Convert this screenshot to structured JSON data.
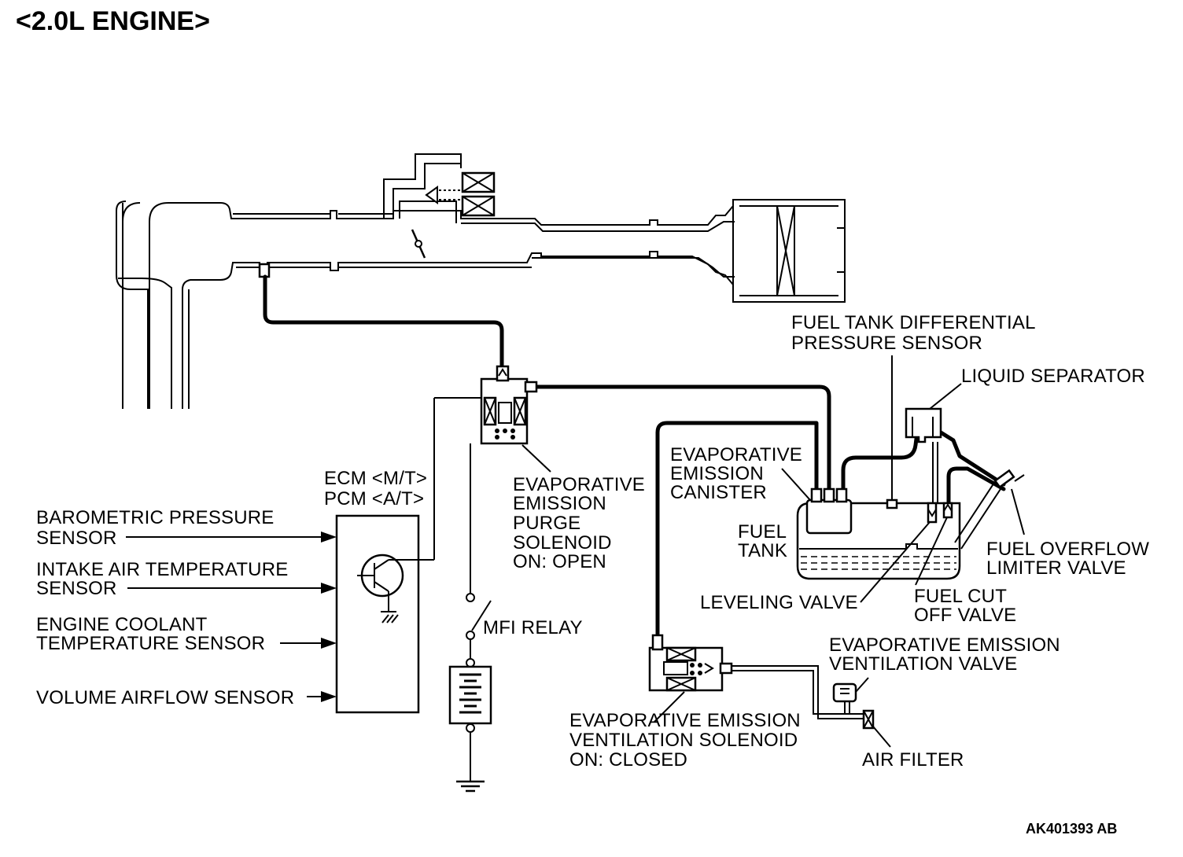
{
  "title": "<2.0L ENGINE>",
  "reference_code": "AK401393 AB",
  "labels": {
    "fuel_tank_diff_sensor": [
      "FUEL TANK DIFFERENTIAL",
      "PRESSURE SENSOR"
    ],
    "liquid_separator": [
      "LIQUID SEPARATOR"
    ],
    "evap_canister": [
      "EVAPORATIVE",
      "EMISSION",
      "CANISTER"
    ],
    "fuel_tank": [
      "FUEL",
      "TANK"
    ],
    "fuel_overflow_limiter": [
      "FUEL OVERFLOW",
      "LIMITER VALVE"
    ],
    "leveling_valve": [
      "LEVELING VALVE"
    ],
    "fuel_cut_off_valve": [
      "FUEL CUT",
      "OFF VALVE"
    ],
    "ecm_pcm": [
      "ECM <M/T>",
      "PCM <A/T>"
    ],
    "purge_solenoid": [
      "EVAPORATIVE",
      "EMISSION",
      "PURGE",
      "SOLENOID",
      "ON: OPEN"
    ],
    "barometric_sensor": [
      "BAROMETRIC PRESSURE",
      "SENSOR"
    ],
    "intake_air_temp_sensor": [
      "INTAKE AIR TEMPERATURE",
      "SENSOR"
    ],
    "coolant_temp_sensor": [
      "ENGINE COOLANT",
      "TEMPERATURE SENSOR"
    ],
    "volume_airflow_sensor": [
      "VOLUME AIRFLOW SENSOR"
    ],
    "mfi_relay": [
      "MFI RELAY"
    ],
    "ventilation_valve": [
      "EVAPORATIVE EMISSION",
      "VENTILATION VALVE"
    ],
    "ventilation_solenoid": [
      "EVAPORATIVE EMISSION",
      "VENTILATION SOLENOID",
      "ON: CLOSED"
    ],
    "air_filter": [
      "AIR FILTER"
    ]
  }
}
